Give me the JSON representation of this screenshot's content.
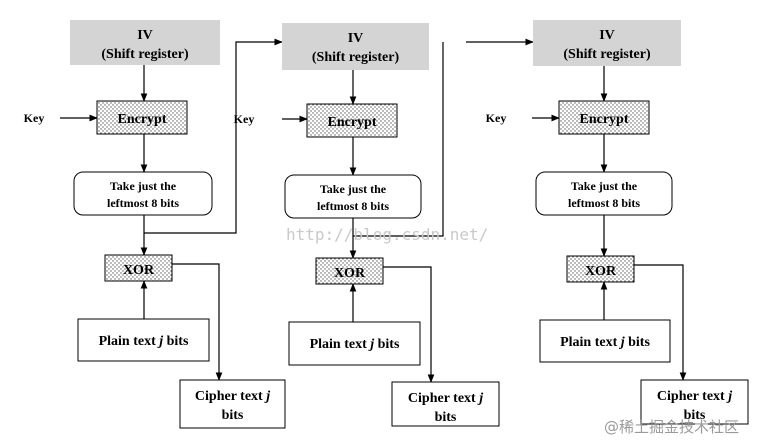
{
  "stages": [
    {
      "iv": [
        "IV",
        "(Shift register)"
      ],
      "key": "Key",
      "encrypt": "Encrypt",
      "take": [
        "Take just the",
        "leftmost 8 bits"
      ],
      "xor": "XOR",
      "plain": [
        "Plain text ",
        "j",
        " bits"
      ],
      "cipher": [
        "Cipher text ",
        "j",
        "bits"
      ]
    },
    {
      "iv": [
        "IV",
        "(Shift register)"
      ],
      "key": "Key",
      "encrypt": "Encrypt",
      "take": [
        "Take just the",
        "leftmost 8 bits"
      ],
      "xor": "XOR",
      "plain": [
        "Plain text ",
        "j",
        " bits"
      ],
      "cipher": [
        "Cipher text ",
        "j",
        "bits"
      ]
    },
    {
      "iv": [
        "IV",
        "(Shift register)"
      ],
      "key": "Key",
      "encrypt": "Encrypt",
      "take": [
        "Take just the",
        "leftmost 8 bits"
      ],
      "xor": "XOR",
      "plain": [
        "Plain text ",
        "j",
        " bits"
      ],
      "cipher": [
        "Cipher text ",
        "j",
        "bits"
      ]
    }
  ],
  "watermark": "http://blog.csdn.net/",
  "corner_logo": "@稀土掘金技术社区",
  "colors": {
    "iv_fill": "#d4d4d4",
    "box_fill": "#ffffff",
    "line": "#000000",
    "watermark": "#c9c9c9"
  }
}
